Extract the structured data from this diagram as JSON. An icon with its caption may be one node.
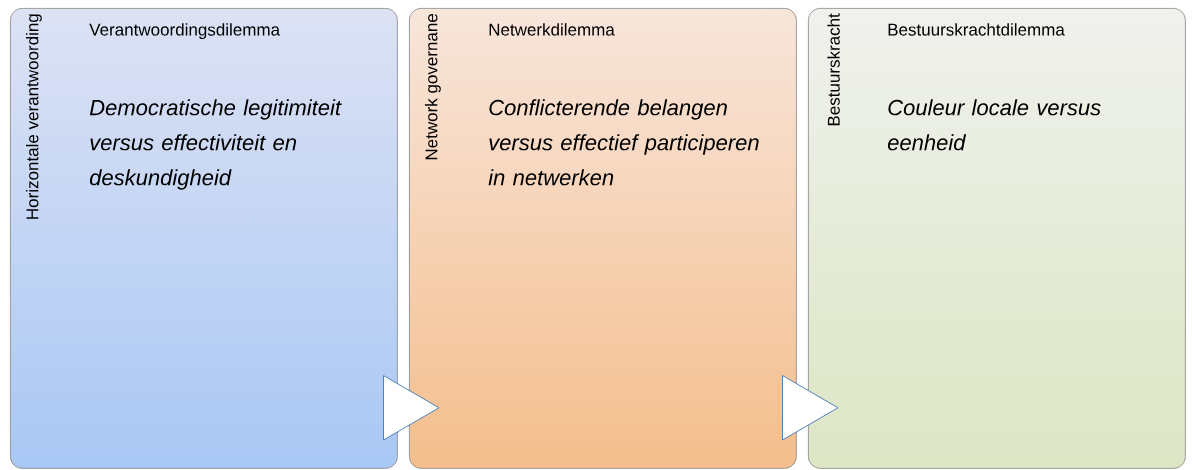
{
  "diagram": {
    "nodes": [
      {
        "text": [
          "Horizontale verantwoording",
          "Verantwoordingsdilemma",
          "Democratische legitimiteit versus effectiviteit en deskundigheid"
        ]
      },
      {
        "text": [
          "Network governane",
          "Netwerkdilemma",
          "Conflicterende belangen versus effectief participeren in netwerken"
        ]
      },
      {
        "text": [
          "Bestuurskracht",
          "Bestuurskrachtdilemma",
          "Couleur locale versus eenheid"
        ]
      }
    ],
    "edges": [
      {
        "from": 0,
        "to": 1,
        "arrow": "to"
      },
      {
        "from": 1,
        "to": 2,
        "arrow": "to"
      }
    ]
  }
}
